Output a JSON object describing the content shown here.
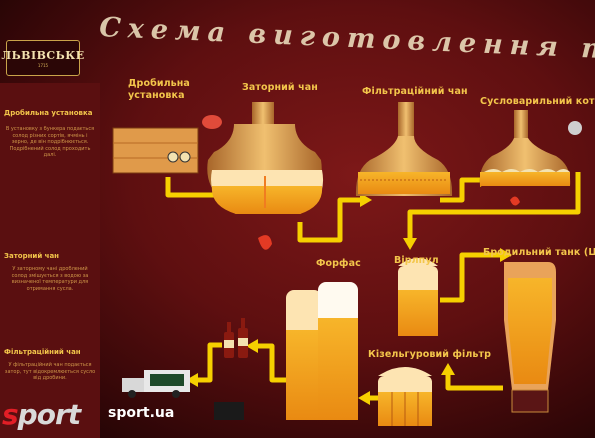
{
  "title": "Схема виготовлення пива",
  "logo": {
    "text": "ЛЬВІВСЬКЕ",
    "sub": "1715"
  },
  "stations": {
    "crusher": "Дробильна установка",
    "mash_tun": "Заторний чан",
    "filter_tun": "Фільтраційний чан",
    "wort_kettle": "Сусловарильний котел",
    "forfas": "Форфас",
    "whirlpool": "Вірлпул",
    "ferment_tank": "Бродильний танк (ЦКТ)",
    "kieselguhr": "Кізельгуровий фільтр"
  },
  "sidebar": {
    "sections": [
      {
        "heading": "Дробильна установка",
        "body": "В установку з бункера подається солод різних сортів, ячмінь і зерно, де він подрібнюється. Подрібнений солод проходить далі."
      },
      {
        "heading": "Заторний чан",
        "body": "У заторному чані дроблений солод змішується з водою за визначеної температури для отримання сусла."
      },
      {
        "heading": "Фільтраційний чан",
        "body": "У фільтраційний чан подається затор, тут відокремлюється сусло від дробини."
      }
    ]
  },
  "watermark": {
    "brand_a": "s",
    "brand_b": "port",
    "site": "sport.ua"
  },
  "colors": {
    "background": "#6a1214",
    "arrow": "#f6d000",
    "copper": "#c88a3c",
    "beer": "#f2a41c"
  }
}
